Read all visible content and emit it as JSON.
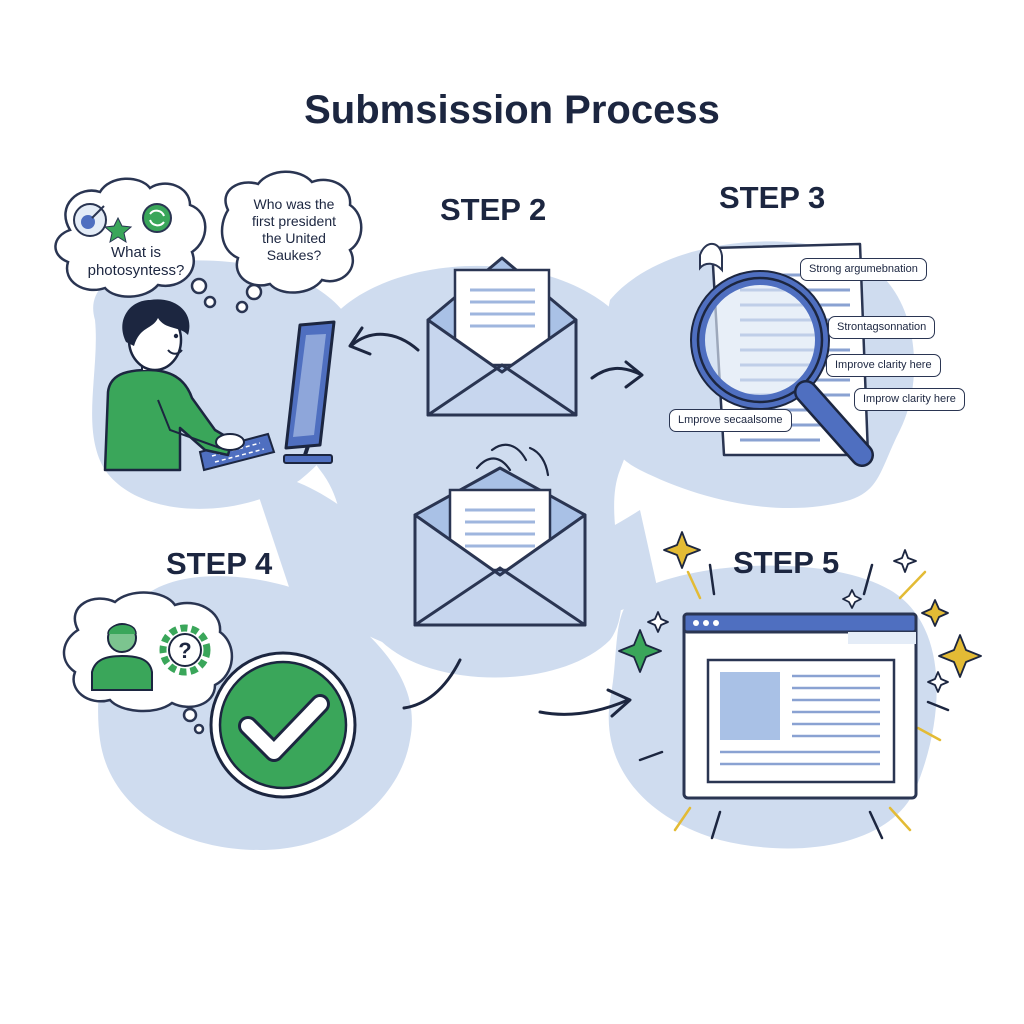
{
  "title": "Submsission Process",
  "steps": {
    "step2": "STEP 2",
    "step3": "STEP 3",
    "step4": "STEP 4",
    "step5": "STEP 5"
  },
  "thoughts": {
    "left": "What is\nphotosyntess?",
    "right": "Who was the\nfirst president\nthe United\nSaukes?"
  },
  "review_callouts": [
    "Strong argumebnation",
    "Strontagsonnation",
    "Improve clarity here",
    "Improw clarity here",
    "Lmprove secaalsome"
  ],
  "colors": {
    "blob": "#cfdcef",
    "accent_blue": "#4f6fc0",
    "accent_green": "#3aa65a",
    "ink": "#1c2640",
    "sparkle_gold": "#e3bb35"
  },
  "icons": [
    "envelope-icon",
    "magnifier-icon",
    "check-icon",
    "gear-question-icon",
    "browser-window-icon",
    "sparkle-icon",
    "arrow-icon",
    "computer-icon",
    "person-icon"
  ]
}
